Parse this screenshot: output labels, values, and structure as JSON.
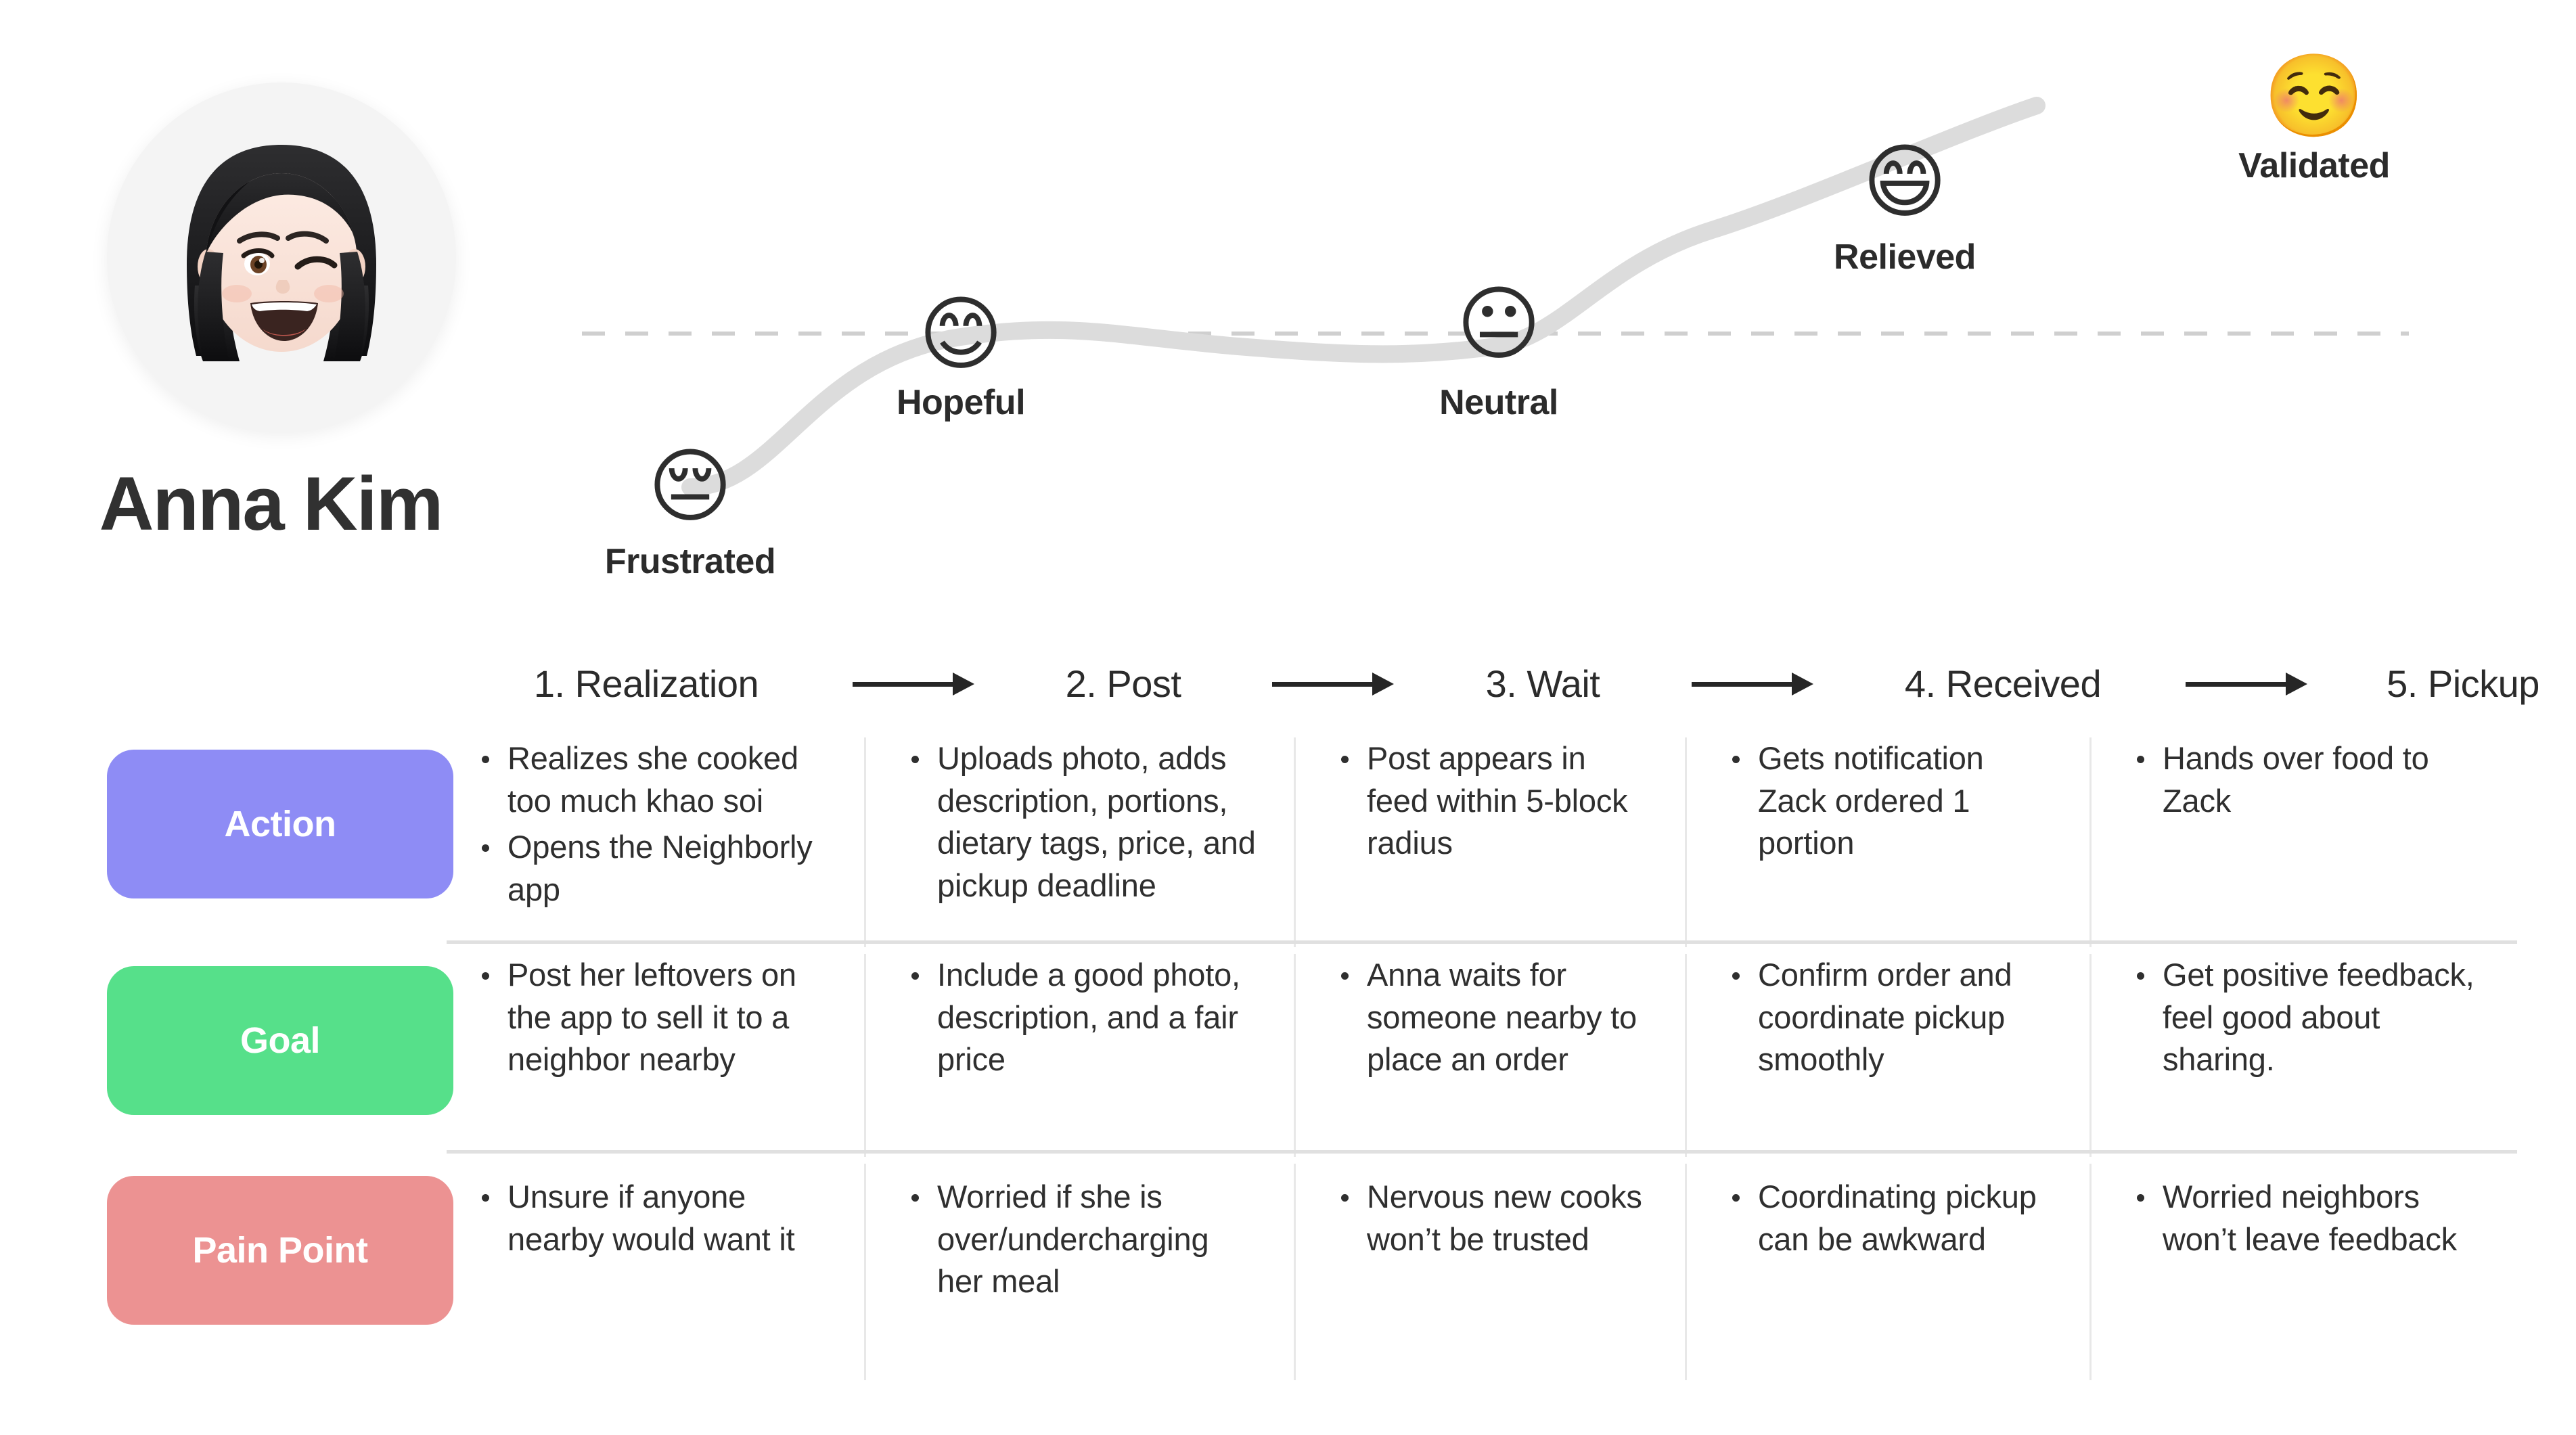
{
  "persona": {
    "name": "Anna Kim",
    "avatar_icon": "memoji-winking-woman-avatar"
  },
  "emotion_curve": {
    "baseline_style": "dashed",
    "curve_color": "#dcdcdc",
    "baseline_color": "#cfcfcf",
    "points": [
      {
        "label": "Frustrated",
        "emoji": "😔",
        "icon_name": "pensive-face-icon"
      },
      {
        "label": "Hopeful",
        "emoji": "😊",
        "icon_name": "smiling-face-icon"
      },
      {
        "label": "Neutral",
        "emoji": "😐",
        "icon_name": "neutral-face-icon"
      },
      {
        "label": "Relieved",
        "emoji": "😄",
        "icon_name": "grinning-face-icon"
      },
      {
        "label": "Validated",
        "emoji": "☺️",
        "icon_name": "relieved-smiling-face-icon"
      }
    ]
  },
  "stages": [
    {
      "label": "1. Realization"
    },
    {
      "label": "2. Post"
    },
    {
      "label": "3. Wait"
    },
    {
      "label": "4. Received"
    },
    {
      "label": "5. Pickup"
    }
  ],
  "rows": [
    {
      "label": "Action",
      "color": "#8e8cf5",
      "cells": [
        [
          "Realizes she cooked too much khao soi",
          "Opens the Neighborly app"
        ],
        [
          "Uploads photo, adds description, portions, dietary tags, price, and pickup deadline"
        ],
        [
          "Post appears in feed within 5-block radius"
        ],
        [
          "Gets notification Zack ordered 1 portion"
        ],
        [
          "Hands over food to Zack"
        ]
      ]
    },
    {
      "label": "Goal",
      "color": "#56e08a",
      "cells": [
        [
          "Post her leftovers on the app to sell it to a neighbor nearby"
        ],
        [
          "Include a good photo, description, and a fair price"
        ],
        [
          "Anna waits for someone nearby to place an order"
        ],
        [
          "Confirm order and coordinate pickup smoothly"
        ],
        [
          "Get positive feedback, feel good about sharing."
        ]
      ]
    },
    {
      "label": "Pain Point",
      "color": "#ec9292",
      "cells": [
        [
          "Unsure if anyone nearby would want it"
        ],
        [
          "Worried if she is over/undercharging her meal"
        ],
        [
          "Nervous new cooks won’t be trusted"
        ],
        [
          "Coordinating pickup can be awkward"
        ],
        [
          "Worried neighbors won’t leave feedback"
        ]
      ]
    }
  ]
}
